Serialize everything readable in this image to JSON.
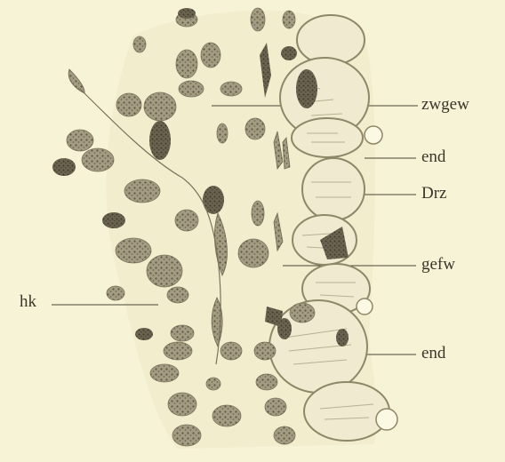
{
  "figure": {
    "labels": {
      "zwgew": "zwgew",
      "end_top": "end",
      "drz": "Drz",
      "gefw": "gefw",
      "hk": "hk",
      "end_bottom": "end"
    },
    "colors": {
      "paper": "#f7f3d6",
      "ink": "#3a362a",
      "nucleus_dark": "#6b6350",
      "nucleus_mid": "#9a927a",
      "cell_fill": "#f0ead0",
      "cell_outline": "#8e8768"
    }
  }
}
